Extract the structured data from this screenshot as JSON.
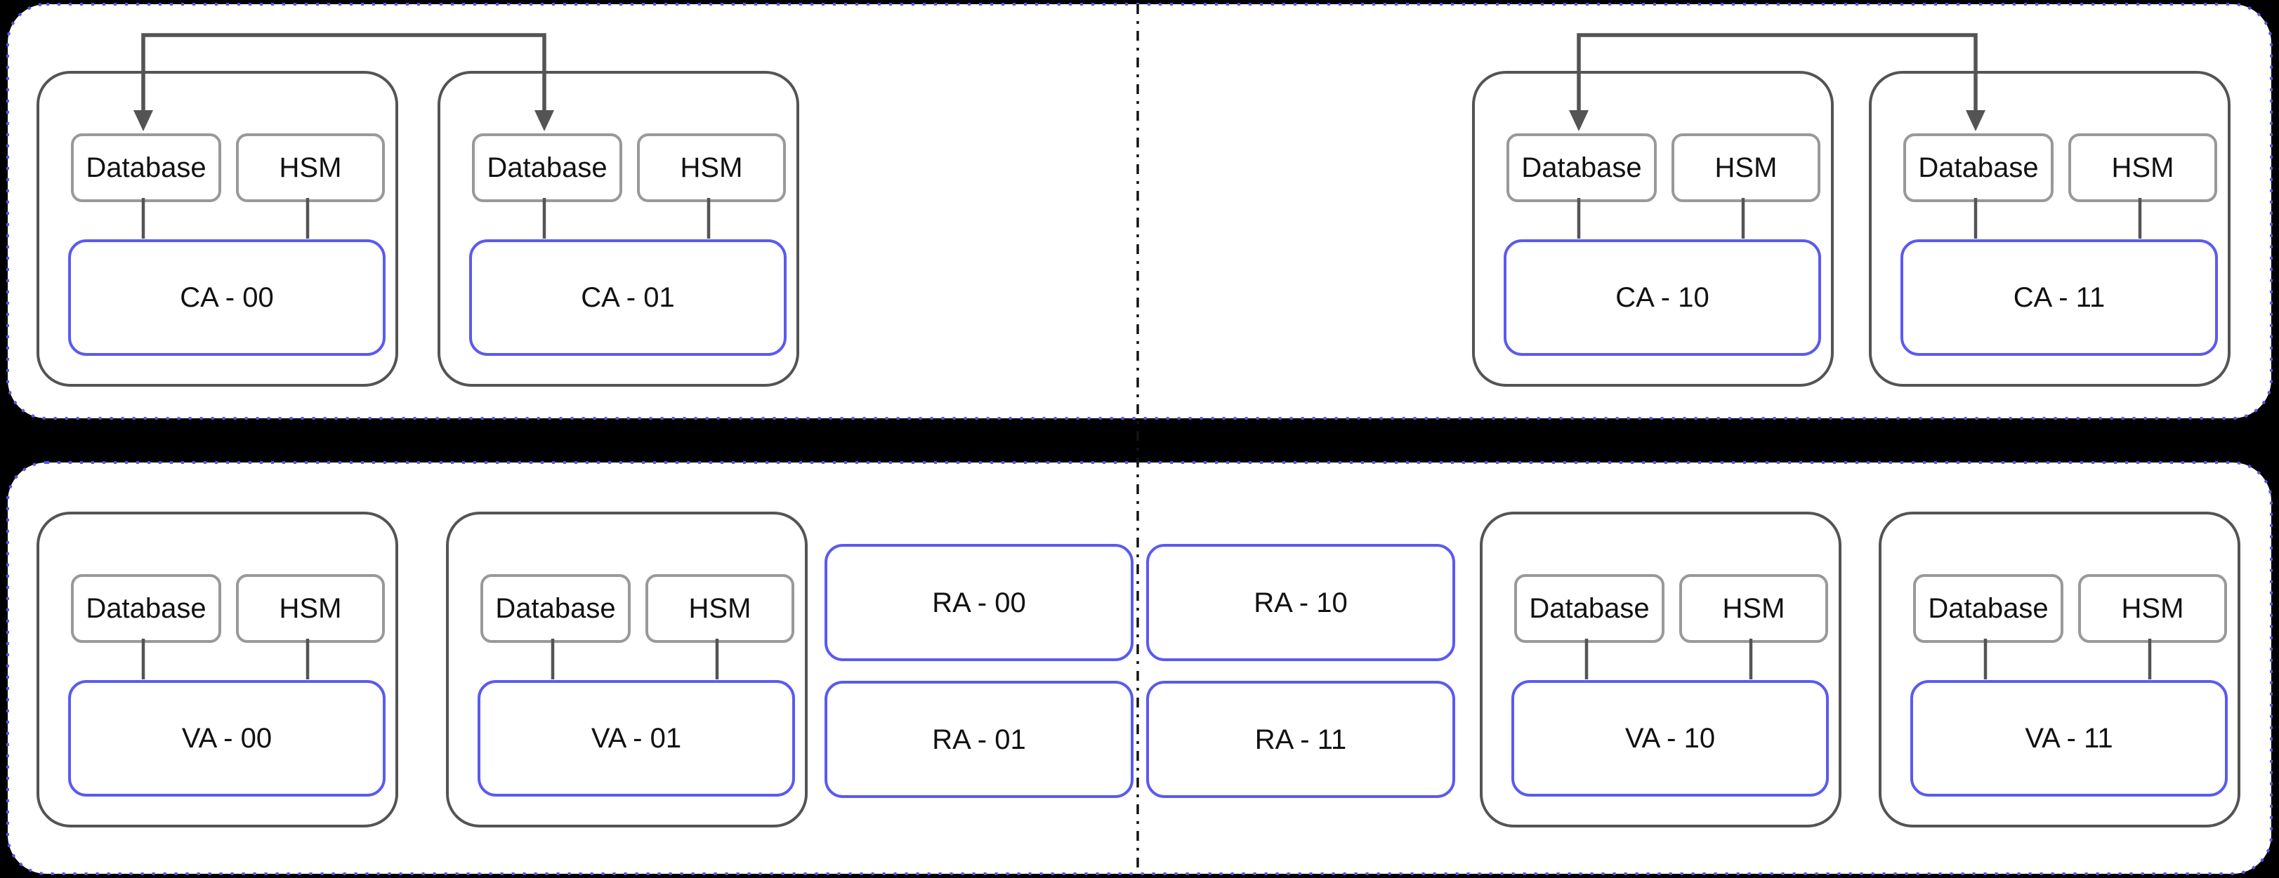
{
  "diagram": {
    "colors": {
      "background": "#000000",
      "container_fill": "#ffffff",
      "container_border": "#5656f0",
      "group_border": "#545454",
      "component_border": "#999999",
      "node_border": "#5a5af0",
      "connector": "#545454",
      "divider": "#141414",
      "text": "#111111"
    },
    "ca_groups": [
      {
        "label": "CA - 00",
        "database": "Database",
        "hsm": "HSM"
      },
      {
        "label": "CA - 01",
        "database": "Database",
        "hsm": "HSM"
      },
      {
        "label": "CA - 10",
        "database": "Database",
        "hsm": "HSM"
      },
      {
        "label": "CA - 11",
        "database": "Database",
        "hsm": "HSM"
      }
    ],
    "va_groups": [
      {
        "label": "VA - 00",
        "database": "Database",
        "hsm": "HSM"
      },
      {
        "label": "VA - 01",
        "database": "Database",
        "hsm": "HSM"
      },
      {
        "label": "VA - 10",
        "database": "Database",
        "hsm": "HSM"
      },
      {
        "label": "VA - 11",
        "database": "Database",
        "hsm": "HSM"
      }
    ],
    "ra_nodes": [
      {
        "label": "RA - 00"
      },
      {
        "label": "RA - 10"
      },
      {
        "label": "RA - 01"
      },
      {
        "label": "RA - 11"
      }
    ]
  }
}
